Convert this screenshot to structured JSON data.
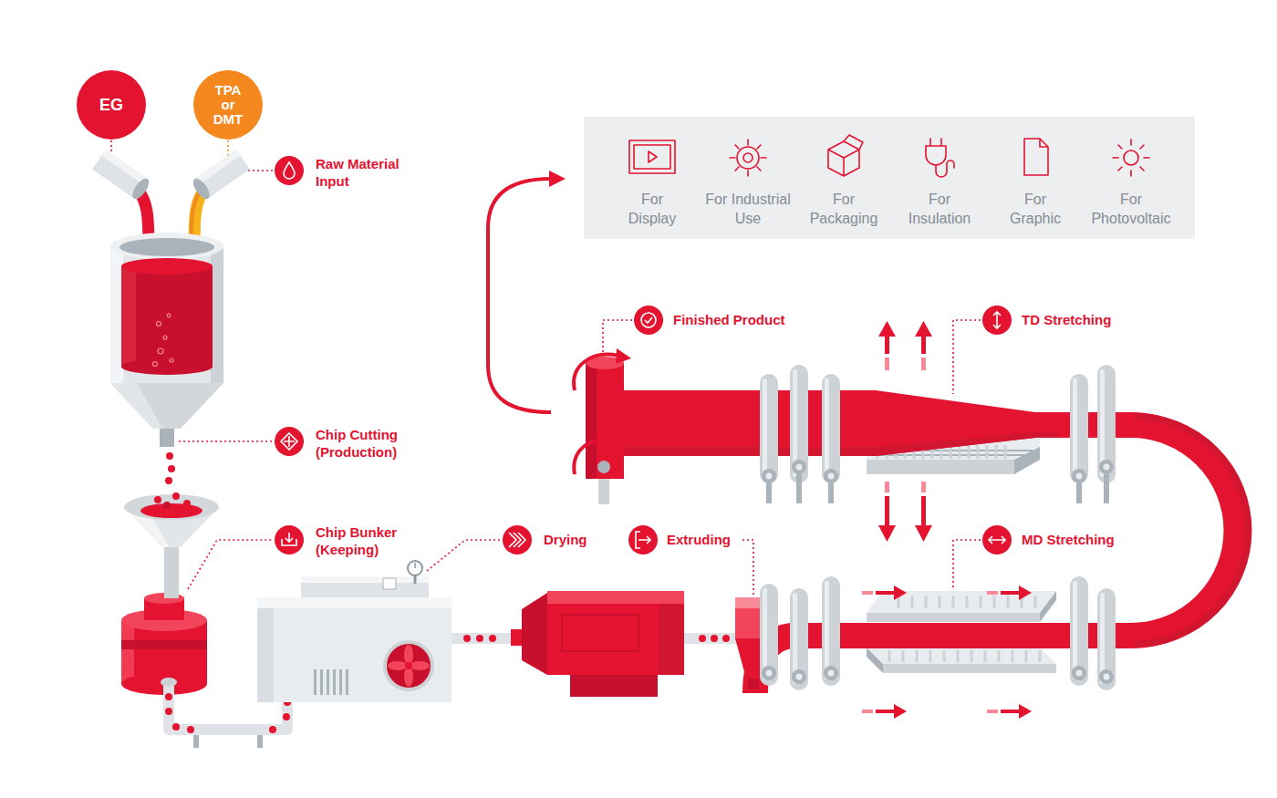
{
  "diagram": {
    "nodes": [
      {
        "text": [
          "EG"
        ]
      },
      {
        "text": [
          "TPA or DMT"
        ]
      },
      {
        "text": [
          "For Display",
          "For Industrial Use",
          "For Packaging",
          "For Insulation",
          "For Graphic",
          "For Photovoltaic"
        ]
      }
    ],
    "labels": [
      "Raw Material Input",
      "Chip Cutting (Production)",
      "Chip Bunker (Keeping)",
      "Drying",
      "Extruding",
      "Finished Product",
      "TD Stretching",
      "MD Stretching"
    ]
  }
}
